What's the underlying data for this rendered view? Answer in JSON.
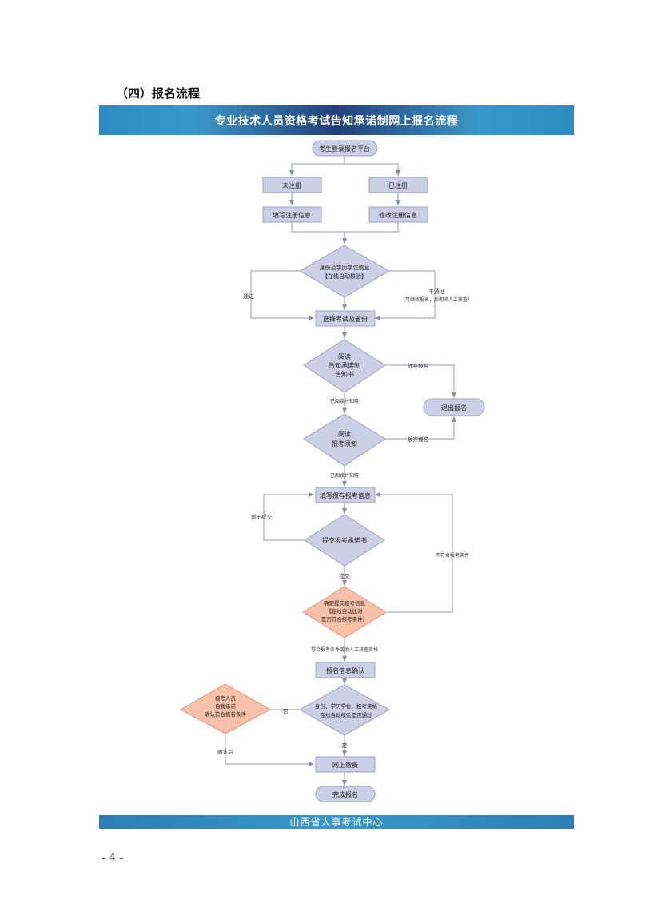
{
  "section_heading": "（四）报名流程",
  "banner_title": "专业技术人员资格考试告知承诺制网上报名流程",
  "footer": "山西省人事考试中心",
  "page_number": "- 4 -",
  "colors": {
    "node_fill": "#ccd0e6",
    "node_stroke": "#9da3c6",
    "highlight_fill": "#f7c0a8",
    "highlight_stroke": "#e8957a",
    "line": "#7f8fa8",
    "banner_dark": "#243f7a",
    "banner_light": "#3a98c8"
  },
  "flowchart": {
    "nodes": {
      "login": "考生登录报名平台",
      "unregistered": "未注册",
      "registered": "已注册",
      "fill_registration": "填写注册信息",
      "modify_registration": "修改注册信息",
      "identity_check_line1": "身份及学历学位信息",
      "identity_check_line2": "【在线自动核验】",
      "select_exam": "选择考试及省份",
      "read_notice_line1": "阅读",
      "read_notice_line2": "告知承诺制",
      "read_notice_line3": "告知书",
      "exit": "退出报名",
      "read_instructions_line1": "阅读",
      "read_instructions_line2": "报考须知",
      "save_info": "填写保存报考信息",
      "submit_commitment": "提交报考承诺书",
      "confirm_submit_line1": "确定提交报考信息",
      "confirm_submit_line2": "【在线自动比对",
      "confirm_submit_line3": "是否符合报考条件】",
      "info_confirm": "报名信息确认",
      "verify_line1": "身份、学历学位、报考资格",
      "verify_line2": "在线自动核验是否通过",
      "self_commit_line1": "报考人员",
      "self_commit_line2": "自我承诺",
      "self_commit_line3": "确认符合报名条件",
      "payment": "网上缴费",
      "complete": "完成报名"
    },
    "edges": {
      "pass": "通过",
      "fail_line1": "不通过",
      "fail_line2": "（可继续报名，后期须人工核查）",
      "abandon_1": "放弃报名",
      "abandon_2": "放弃报名",
      "read_known_1": "已阅读并知晓",
      "read_known_2": "已阅读并知晓",
      "not_submit": "暂不提交",
      "not_qualified": "不符合报考条件",
      "submit": "提交",
      "qualified": "符合报考条件或须人工核查资格",
      "no": "否",
      "yes": "是",
      "after_confirm": "确认后"
    }
  }
}
